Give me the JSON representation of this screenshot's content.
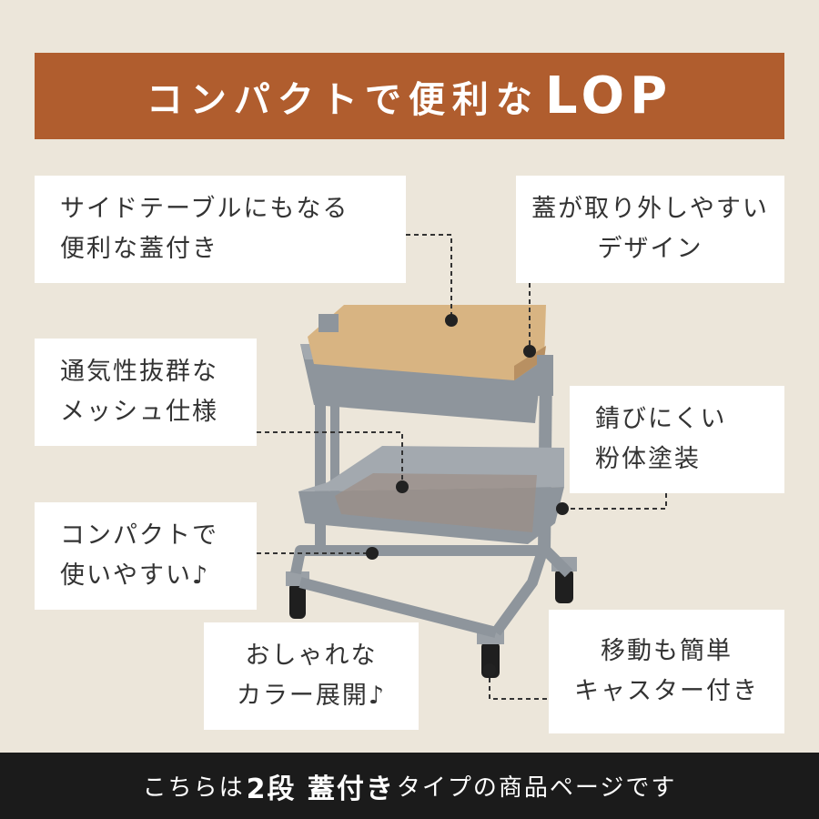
{
  "header": {
    "title_jp": "コンパクトで便利な",
    "title_brand": "LOP"
  },
  "callouts": {
    "side_table": [
      "サイドテーブルにもなる",
      "便利な蓋付き"
    ],
    "lid_removable": [
      "蓋が取り外しやすい",
      "デザイン"
    ],
    "mesh": [
      "通気性抜群な",
      "メッシュ仕様"
    ],
    "rust_resistant": [
      "錆びにくい",
      "粉体塗装"
    ],
    "compact": [
      "コンパクトで",
      "使いやすい♪"
    ],
    "colors": [
      "おしゃれな",
      "カラー展開♪"
    ],
    "casters": [
      "移動も簡単",
      "キャスター付き"
    ]
  },
  "footer": {
    "text_a": "こちらは",
    "text_b": "2段 蓋付き",
    "text_c": "タイプの商品ページです"
  },
  "colors": {
    "title_bg": "#b05d2e",
    "page_bg": "#ece6da",
    "footer_bg": "#1b1b1b",
    "cart_gray": "#8e959c",
    "lid_wood": "#d8b482"
  }
}
